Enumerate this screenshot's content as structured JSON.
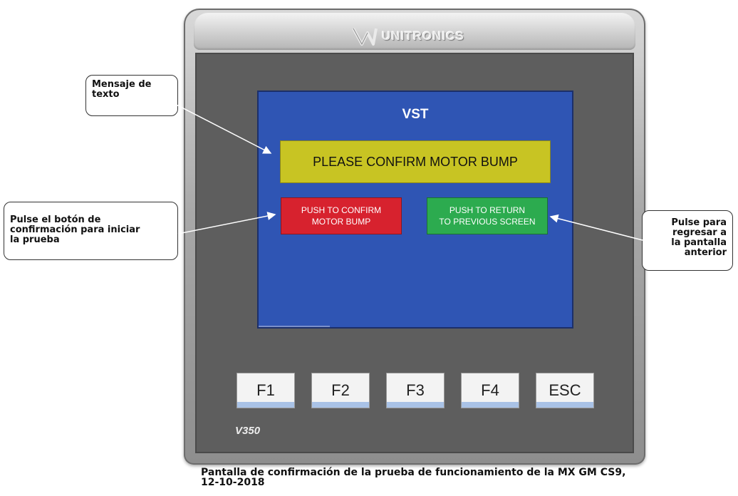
{
  "device": {
    "brand": "UNITRONICS",
    "model": "V350"
  },
  "screen": {
    "title": "VST",
    "message": "PLEASE CONFIRM MOTOR BUMP",
    "confirm_button": "PUSH TO CONFIRM\nMOTOR BUMP",
    "return_button": "PUSH TO RETURN\nTO PREVIOUS SCREEN"
  },
  "keys": [
    "F1",
    "F2",
    "F3",
    "F4",
    "ESC"
  ],
  "callouts": {
    "text_message": "Mensaje de\ntexto",
    "confirm_hint": "Pulse el botón de\nconfirmación para iniciar\nla prueba",
    "return_hint": "Pulse para\nregresar a\nla pantalla\nanterior"
  },
  "caption": "Pantalla de confirmación de la prueba de funcionamiento de la MX GM CS9,\n12-10-2018",
  "colors": {
    "screen_bg": "#2f55b4",
    "message_bg": "#c8c423",
    "confirm_bg": "#d7222e",
    "return_bg": "#2cab4f",
    "key_accent": "#a9c2e6"
  }
}
